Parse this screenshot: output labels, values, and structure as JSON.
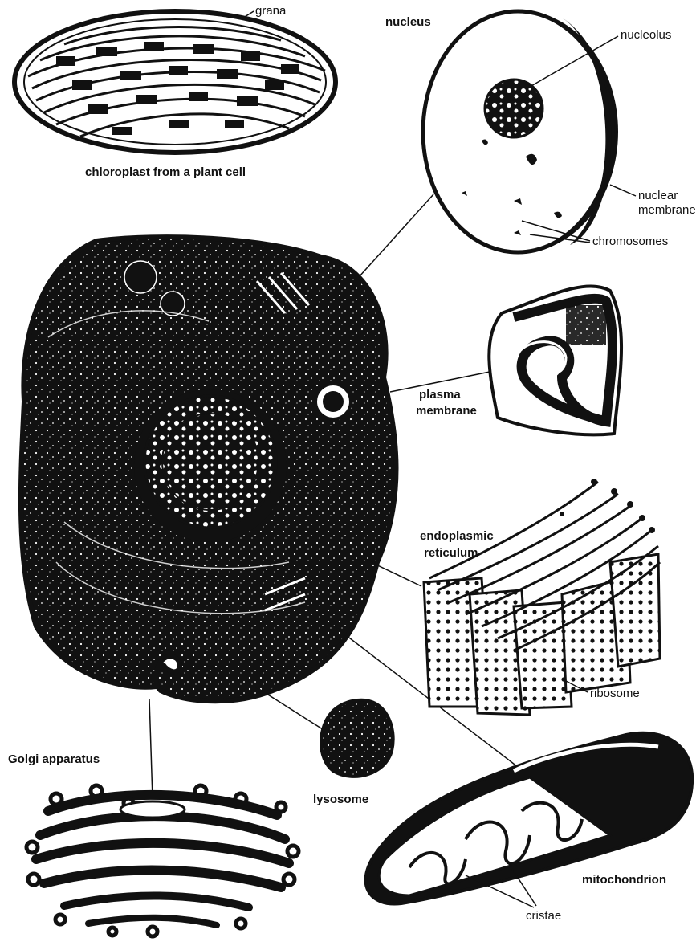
{
  "labels": {
    "grana": "grana",
    "chloroplast_caption": "chloroplast from a plant cell",
    "nucleus": "nucleus",
    "nucleolus": "nucleolus",
    "nuclear_membrane_1": "nuclear",
    "nuclear_membrane_2": "membrane",
    "chromosomes": "chromosomes",
    "plasma_membrane_1": "plasma",
    "plasma_membrane_2": "membrane",
    "er_1": "endoplasmic",
    "er_2": "reticulum",
    "ribosome": "ribosome",
    "golgi": "Golgi apparatus",
    "lysosome": "lysosome",
    "mitochondrion": "mitochondrion",
    "cristae": "cristae"
  },
  "colors": {
    "ink": "#111111",
    "paper": "#ffffff"
  }
}
